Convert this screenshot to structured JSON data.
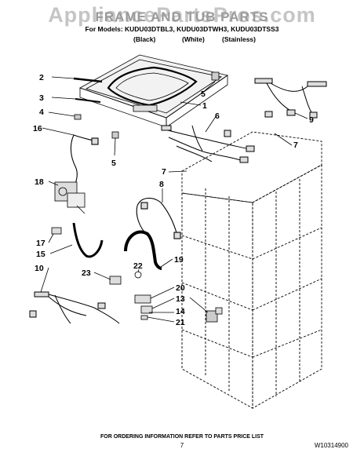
{
  "watermark": "AppliancePartsPros.com",
  "header": {
    "title": "FRAME AND TUB PARTS",
    "models": "For Models: KUDU03DTBL3, KUDU03DTWH3, KUDU03DTSS3",
    "finishes": [
      "(Black)",
      "(White)",
      "(Stainless)"
    ]
  },
  "callouts": {
    "c1": "1",
    "c2": "2",
    "c3": "3",
    "c4": "4",
    "c5a": "5",
    "c5b": "5",
    "c6": "6",
    "c7a": "7",
    "c7b": "7",
    "c8": "8",
    "c9": "9",
    "c10": "10",
    "c13": "13",
    "c14": "14",
    "c15": "15",
    "c16": "16",
    "c17": "17",
    "c18": "18",
    "c19": "19",
    "c20": "20",
    "c21": "21",
    "c22": "22",
    "c23": "23"
  },
  "footer": {
    "ordering": "FOR ORDERING INFORMATION REFER TO PARTS PRICE LIST",
    "page": "7",
    "doc_number": "W10314900"
  }
}
